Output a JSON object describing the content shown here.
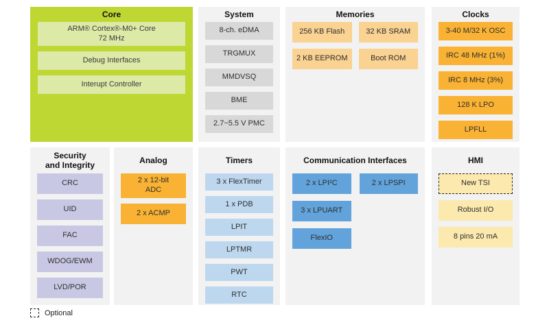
{
  "palette": {
    "core_green": "#bed732",
    "core_inner_green": "#dde9a6",
    "gray_block": "#d8d8d8",
    "light_orange_block": "#fad291",
    "orange_block": "#f9b233",
    "lavender_block": "#c8c8e4",
    "light_blue_block": "#bdd7ee",
    "blue_block": "#61a3da",
    "pale_yellow_block": "#fce9ae",
    "column_background": "#f2f2f2"
  },
  "sections": {
    "core": {
      "title": "Core",
      "items": [
        "ARM® Cortex®-M0+ Core\n72 MHz",
        "Debug Interfaces",
        "Interupt Controller"
      ]
    },
    "system": {
      "title": "System",
      "items": [
        "8-ch. eDMA",
        "TRGMUX",
        "MMDVSQ",
        "BME",
        "2.7~5.5 V PMC"
      ]
    },
    "memories": {
      "title": "Memories",
      "items": [
        "256 KB Flash",
        "32 KB SRAM",
        "2 KB EEPROM",
        "Boot ROM"
      ]
    },
    "clocks": {
      "title": "Clocks",
      "items": [
        "3-40 M/32 K OSC",
        "IRC 48 MHz (1%)",
        "IRC 8 MHz (3%)",
        "128 K LPO",
        "LPFLL"
      ]
    },
    "security": {
      "title": "Security\nand Integrity",
      "items": [
        "CRC",
        "UID",
        "FAC",
        "WDOG/EWM",
        "LVD/POR"
      ]
    },
    "analog": {
      "title": "Analog",
      "items": [
        "2 x 12-bit\nADC",
        "2 x ACMP"
      ]
    },
    "timers": {
      "title": "Timers",
      "items": [
        "3 x FlexTimer",
        "1 x PDB",
        "LPIT",
        "LPTMR",
        "PWT",
        "RTC"
      ]
    },
    "comm": {
      "title": "Communication Interfaces",
      "items": [
        "2 x LPI²C",
        "2 x LPSPI",
        "3 x LPUART",
        "FlexIO"
      ]
    },
    "hmi": {
      "title": "HMI",
      "items": [
        "New TSI",
        "Robust I/O",
        "8 pins 20 mA"
      ]
    }
  },
  "legend": {
    "label": "Optional"
  }
}
